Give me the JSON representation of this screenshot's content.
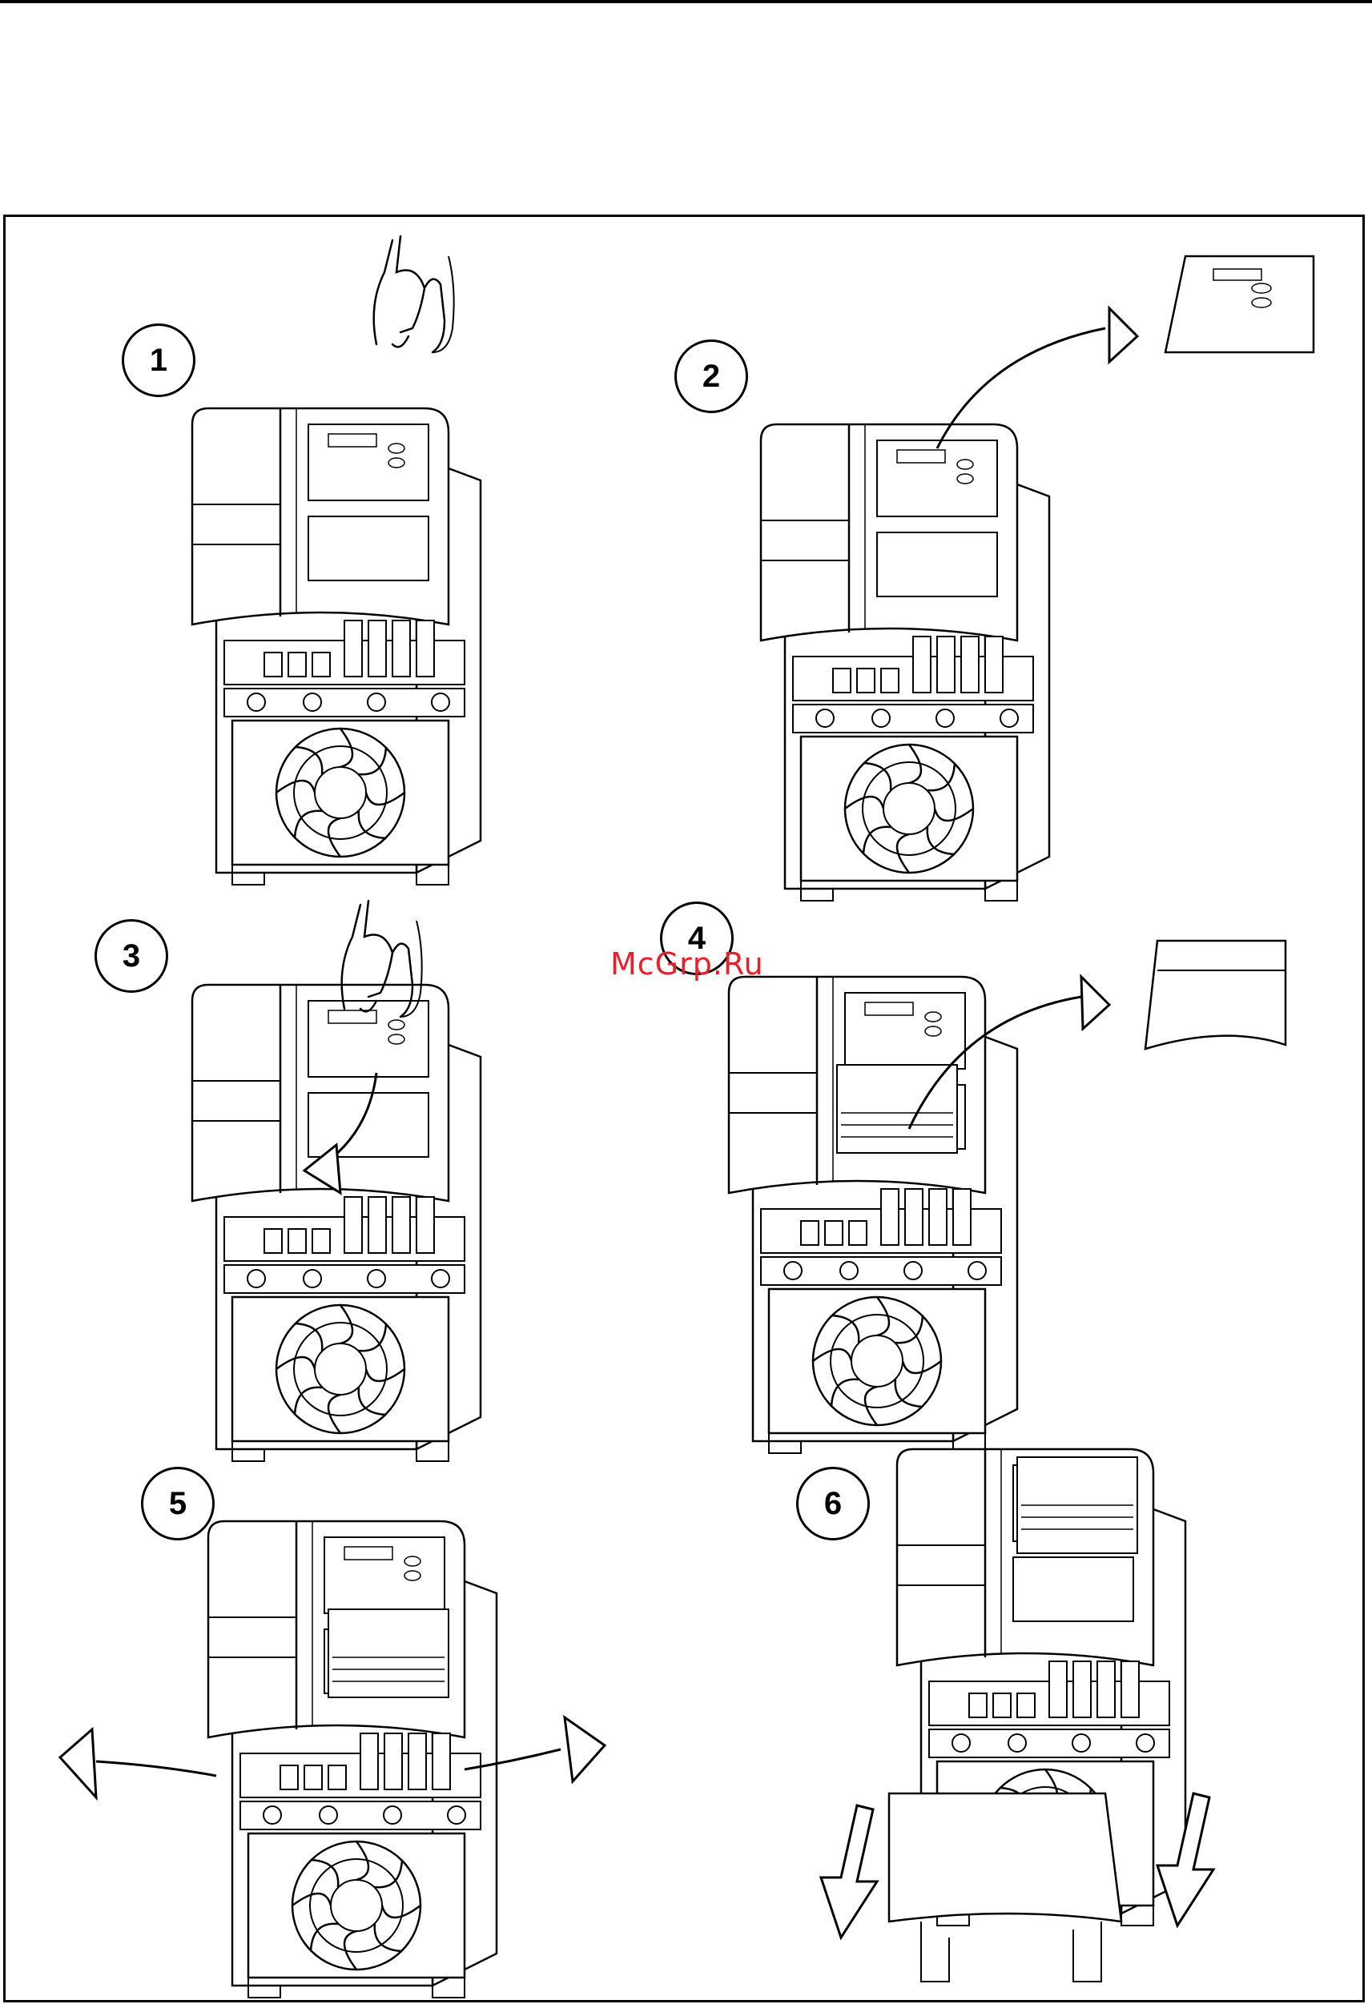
{
  "steps": [
    {
      "number": "1"
    },
    {
      "number": "2"
    },
    {
      "number": "3"
    },
    {
      "number": "4"
    },
    {
      "number": "5"
    },
    {
      "number": "6"
    }
  ],
  "watermark": "McGrp.Ru",
  "colors": {
    "line": "#000000",
    "watermark": "#e8202a",
    "background": "#ffffff"
  }
}
